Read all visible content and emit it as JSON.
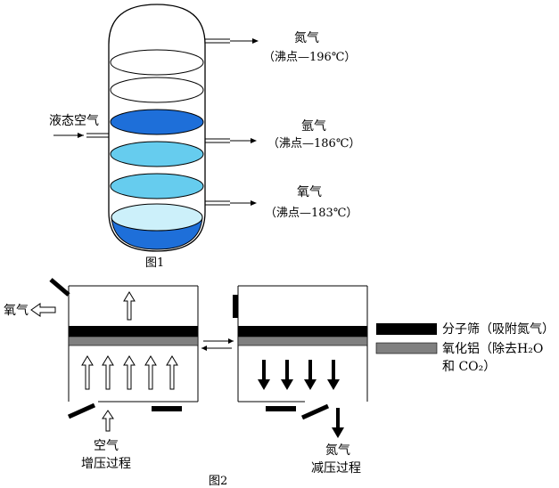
{
  "fig1": {
    "caption": "图1",
    "input_label": "液态空气",
    "outputs": [
      {
        "name": "氮气",
        "bp": "（沸点—196℃）"
      },
      {
        "name": "氩气",
        "bp": "（沸点—186℃）"
      },
      {
        "name": "氧气",
        "bp": "（沸点—183℃）"
      }
    ],
    "colors": {
      "deep_blue": "#1E6FD9",
      "light_blue": "#66CCEE",
      "pale_blue": "#CCF0FA",
      "white": "#FFFFFF"
    }
  },
  "fig2": {
    "caption": "图2",
    "oxygen_label": "氧气",
    "left_bottom_label1": "空气",
    "left_bottom_label2": "增压过程",
    "right_bottom_label1": "氮气",
    "right_bottom_label2": "减压过程",
    "legend": [
      {
        "label": "分子筛（吸附氮气）",
        "color": "#000000"
      },
      {
        "label": "氧化铝（除去H₂O",
        "label2": "和 CO₂）",
        "color": "#808080"
      }
    ]
  }
}
